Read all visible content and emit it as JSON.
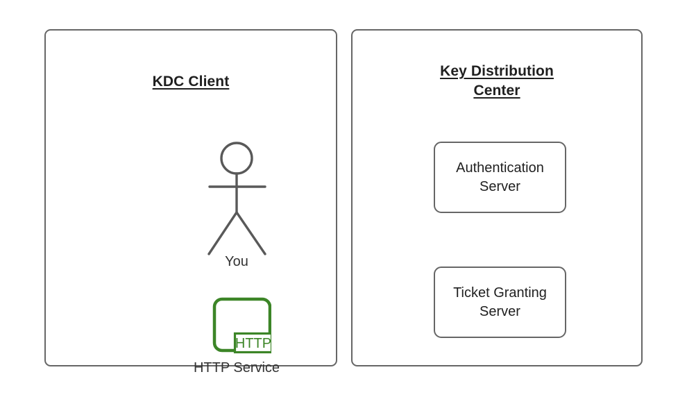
{
  "diagram": {
    "type": "kerberos-kdc-architecture",
    "background_color": "#ffffff",
    "stroke_color": "#666666",
    "text_color": "#1f1f1f",
    "accent_color": "#3c8527"
  },
  "panels": {
    "client": {
      "title": "KDC Client",
      "actor": {
        "label": "You",
        "icon": "stick-figure-icon"
      },
      "service": {
        "label": "HTTP Service",
        "badge": "HTTP",
        "icon": "http-service-icon",
        "color": "#3c8527"
      }
    },
    "kdc": {
      "title_line1": "Key Distribution",
      "title_line2": "Center",
      "boxes": [
        {
          "line1": "Authentication",
          "line2": "Server"
        },
        {
          "line1": "Ticket Granting",
          "line2": "Server"
        }
      ]
    }
  }
}
